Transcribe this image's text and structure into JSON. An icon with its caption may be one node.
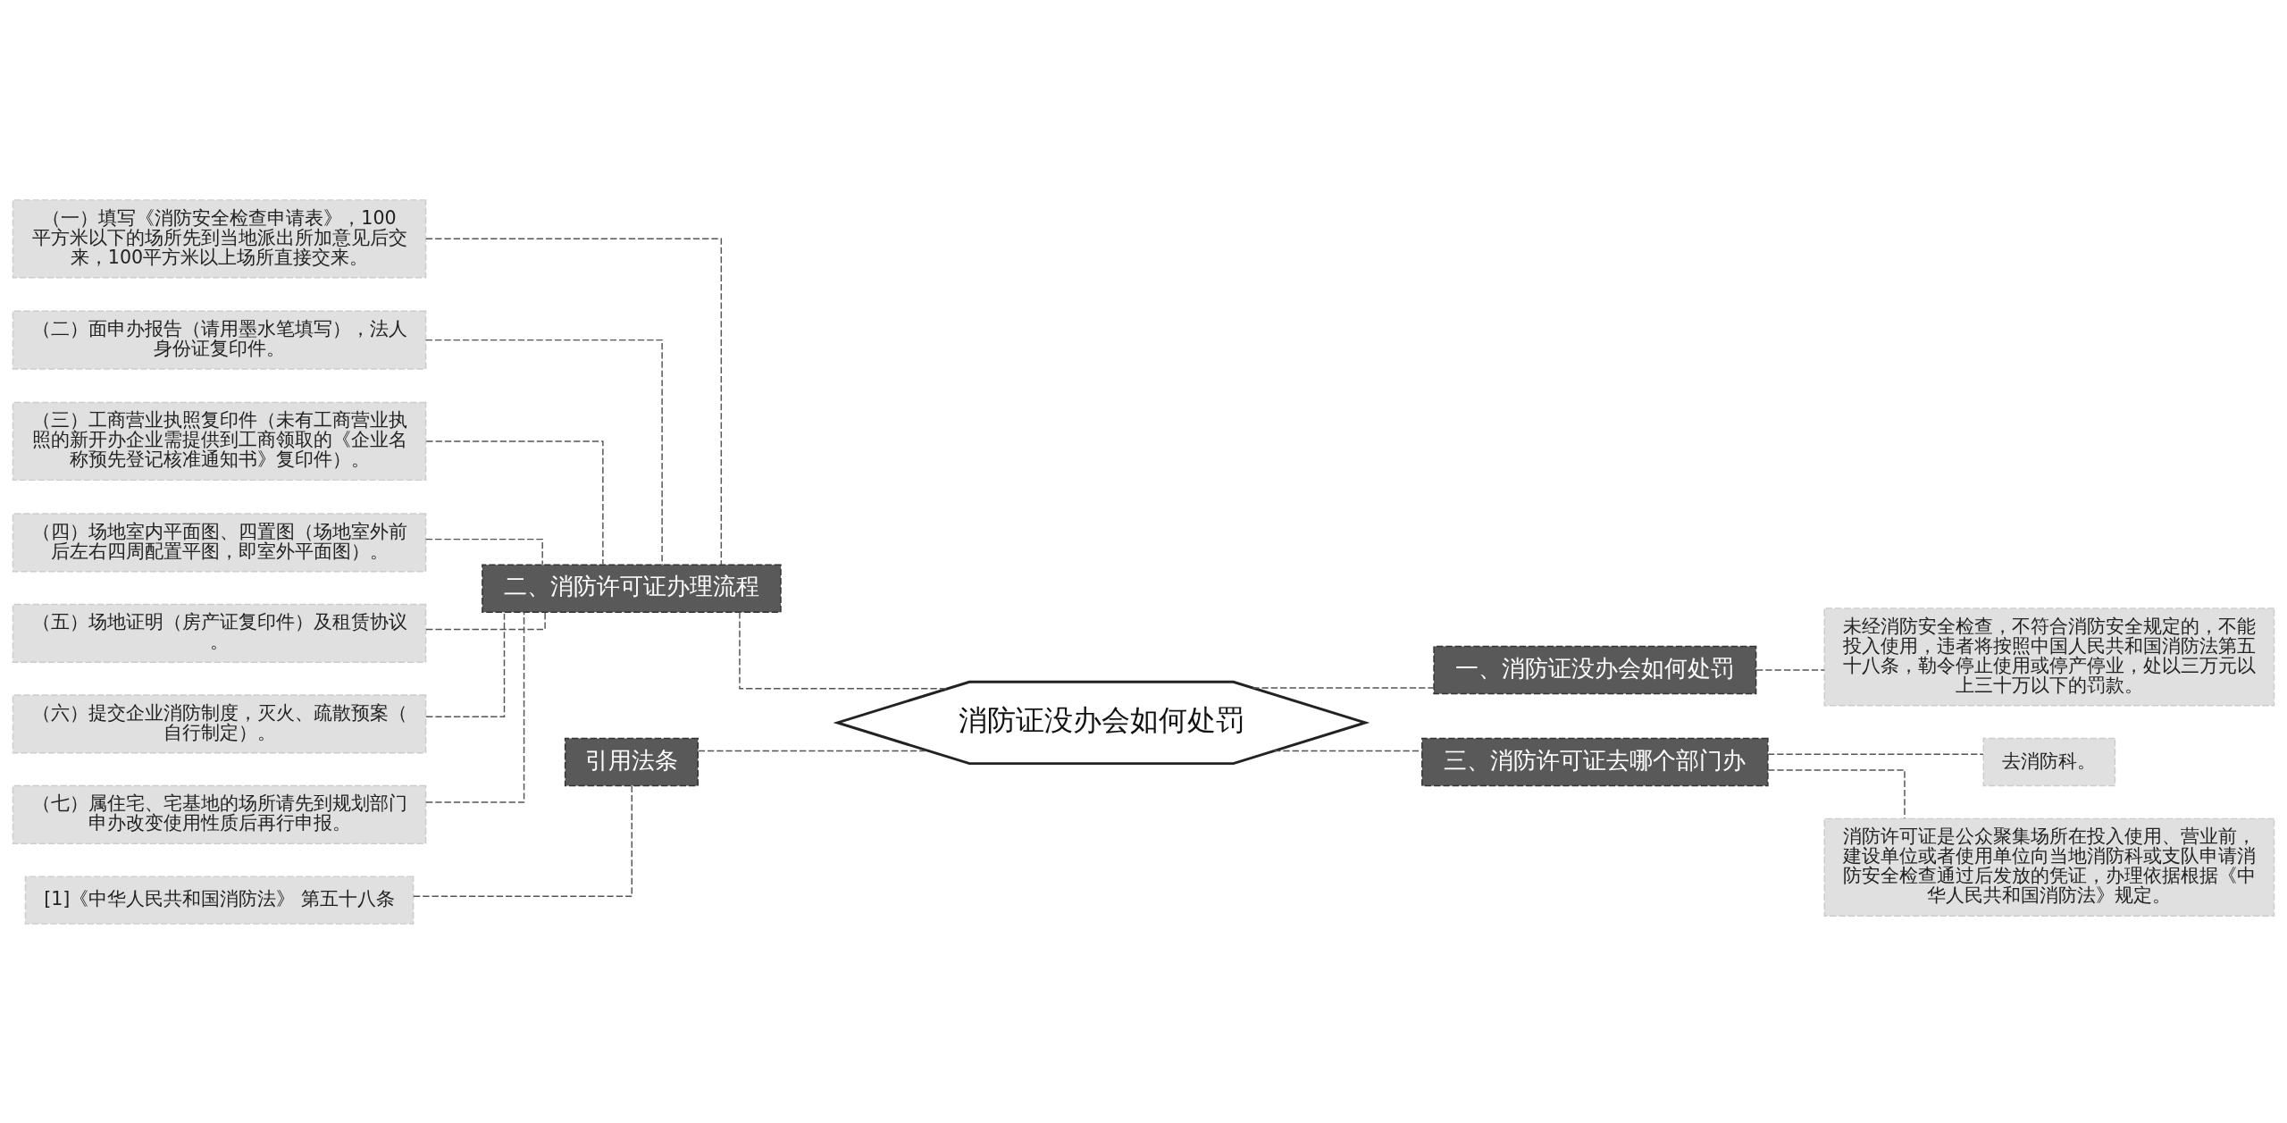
{
  "diagram": {
    "nodes": [
      {
        "text": [
          "消防证没办会如何处罚"
        ]
      },
      {
        "text": [
          "二、消防许可证办理流程"
        ]
      },
      {
        "text": [
          "（一）填写《消防安全检查申请表》，100平方米以下的场所先到当地派出所加意见后交来，100平方米以上场所直接交来。"
        ]
      },
      {
        "text": [
          "（二）面申办报告（请用墨水笔填写），法人身份证复印件。"
        ]
      },
      {
        "text": [
          "（三）工商营业执照复印件（未有工商营业执照的新开办企业需提供到工商领取的《企业名称预先登记核准通知书》复印件）。"
        ]
      },
      {
        "text": [
          "（四）场地室内平面图、四置图（场地室外前后左右四周配置平图，即室外平面图）。"
        ]
      },
      {
        "text": [
          "（五）场地证明（房产证复印件）及租赁协议。"
        ]
      },
      {
        "text": [
          "（六）提交企业消防制度，灭火、疏散预案（自行制定）。"
        ]
      },
      {
        "text": [
          "（七）属住宅、宅基地的场所请先到规划部门申办改变使用性质后再行申报。"
        ]
      },
      {
        "text": [
          "引用法条"
        ]
      },
      {
        "text": [
          "[1]《中华人民共和国消防法》 第五十八条"
        ]
      },
      {
        "text": [
          "一、消防证没办会如何处罚"
        ]
      },
      {
        "text": [
          "未经消防安全检查，不符合消防安全规定的，不能投入使用，违者将按照中国人民共和国消防法第五十八条，勒令停止使用或停产停业，处以三万元以上三十万以下的罚款。"
        ]
      },
      {
        "text": [
          "三、消防许可证去哪个部门办"
        ]
      },
      {
        "text": [
          "去消防科。"
        ]
      },
      {
        "text": [
          "消防许可证是公众聚集场所在投入使用、营业前，建设单位或者使用单位向当地消防科或支队申请消防安全检查通过后发放的凭证，办理依据根据《中华人民共和国消防法》规定。"
        ]
      }
    ],
    "edges": [
      {
        "from": 0,
        "to": 1,
        "arrow": "none",
        "style": "dashed"
      },
      {
        "from": 1,
        "to": 2,
        "arrow": "none",
        "style": "dashed"
      },
      {
        "from": 1,
        "to": 3,
        "arrow": "none",
        "style": "dashed"
      },
      {
        "from": 1,
        "to": 4,
        "arrow": "none",
        "style": "dashed"
      },
      {
        "from": 1,
        "to": 5,
        "arrow": "none",
        "style": "dashed"
      },
      {
        "from": 1,
        "to": 6,
        "arrow": "none",
        "style": "dashed"
      },
      {
        "from": 1,
        "to": 7,
        "arrow": "none",
        "style": "dashed"
      },
      {
        "from": 1,
        "to": 8,
        "arrow": "none",
        "style": "dashed"
      },
      {
        "from": 0,
        "to": 9,
        "arrow": "none",
        "style": "dashed"
      },
      {
        "from": 9,
        "to": 10,
        "arrow": "none",
        "style": "dashed"
      },
      {
        "from": 0,
        "to": 11,
        "arrow": "none",
        "style": "dashed"
      },
      {
        "from": 11,
        "to": 12,
        "arrow": "none",
        "style": "dashed"
      },
      {
        "from": 0,
        "to": 13,
        "arrow": "none",
        "style": "dashed"
      },
      {
        "from": 13,
        "to": 14,
        "arrow": "none",
        "style": "dashed"
      },
      {
        "from": 13,
        "to": 15,
        "arrow": "none",
        "style": "dashed"
      }
    ]
  }
}
